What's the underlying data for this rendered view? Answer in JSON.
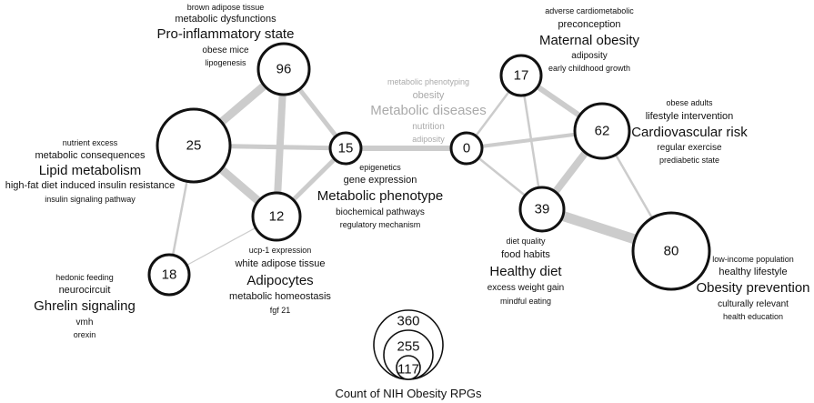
{
  "nodes": [
    {
      "id": "n96",
      "count": "96"
    },
    {
      "id": "n25",
      "count": "25"
    },
    {
      "id": "n15",
      "count": "15"
    },
    {
      "id": "n12",
      "count": "12"
    },
    {
      "id": "n18",
      "count": "18"
    },
    {
      "id": "n0",
      "count": "0"
    },
    {
      "id": "n17",
      "count": "17"
    },
    {
      "id": "n62",
      "count": "62"
    },
    {
      "id": "n39",
      "count": "39"
    },
    {
      "id": "n80",
      "count": "80"
    }
  ],
  "clusters": {
    "c96": [
      "brown adipose tissue",
      "metabolic dysfunctions",
      "Pro-inflammatory state",
      "obese mice",
      "lipogenesis"
    ],
    "c25": [
      "nutrient excess",
      "metabolic consequences",
      "Lipid metabolism",
      "high-fat diet induced insulin resistance",
      "insulin signaling pathway"
    ],
    "c15": [
      "epigenetics",
      "gene expression",
      "Metabolic phenotype",
      "biochemical pathways",
      "regulatory mechanism"
    ],
    "c12": [
      "ucp-1 expression",
      "white adipose tissue",
      "Adipocytes",
      "metabolic homeostasis",
      "fgf 21"
    ],
    "c18": [
      "hedonic feeding",
      "neurocircuit",
      "Ghrelin signaling",
      "vmh",
      "orexin"
    ],
    "c0": [
      "metabolic phenotyping",
      "obesity",
      "Metabolic diseases",
      "nutrition",
      "adiposity"
    ],
    "c17": [
      "adverse cardiometabolic",
      "preconception",
      "Maternal obesity",
      "adiposity",
      "early childhood growth"
    ],
    "c62": [
      "obese adults",
      "lifestyle intervention",
      "Cardiovascular risk",
      "regular exercise",
      "prediabetic state"
    ],
    "c39": [
      "diet quality",
      "food habits",
      "Healthy diet",
      "excess weight gain",
      "mindful eating"
    ],
    "c80": [
      "low-income population",
      "healthy lifestyle",
      "Obesity prevention",
      "culturally relevant",
      "health education"
    ]
  },
  "legend": {
    "values": [
      "360",
      "255",
      "117"
    ],
    "title": "Count of NIH Obesity RPGs"
  }
}
